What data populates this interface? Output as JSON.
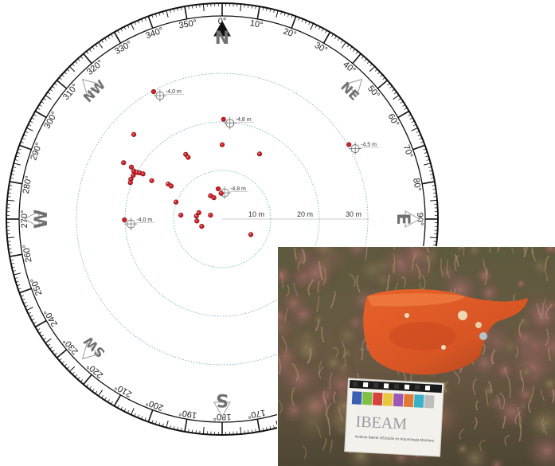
{
  "compass": {
    "cardinals": [
      {
        "key": "north",
        "label": "N",
        "deg": 0
      },
      {
        "key": "northeast",
        "label": "NE",
        "deg": 45
      },
      {
        "key": "east",
        "label": "E",
        "deg": 90
      },
      {
        "key": "southwest",
        "label": "SW",
        "deg": 225
      },
      {
        "key": "south",
        "label": "S",
        "deg": 180
      },
      {
        "key": "west",
        "label": "W",
        "deg": 270
      },
      {
        "key": "northwest",
        "label": "NW",
        "deg": 315
      }
    ],
    "degree_labels": [
      "0°",
      "10°",
      "20°",
      "30°",
      "40°",
      "50°",
      "60°",
      "70°",
      "80°",
      "90°",
      "170°",
      "180°",
      "190°",
      "200°",
      "210°",
      "220°",
      "230°",
      "240°",
      "250°",
      "260°",
      "270°",
      "280°",
      "290°",
      "300°",
      "310°",
      "320°",
      "330°",
      "340°",
      "350°"
    ],
    "degree_values": [
      0,
      10,
      20,
      30,
      40,
      50,
      60,
      70,
      80,
      90,
      170,
      180,
      190,
      200,
      210,
      220,
      230,
      240,
      250,
      260,
      270,
      280,
      290,
      300,
      310,
      320,
      330,
      340,
      350
    ]
  },
  "scale": {
    "rings_m": [
      10,
      20,
      30
    ],
    "labels": [
      "10 m",
      "20 m",
      "30 m"
    ]
  },
  "depth_markers": [
    {
      "label": "-4,0 m",
      "dx": -12.8,
      "dy": 25.4
    },
    {
      "label": "-4,8 m",
      "dx": 1.6,
      "dy": 19.7
    },
    {
      "label": "-4,5 m",
      "dx": 27.4,
      "dy": 14.5
    },
    {
      "label": "-4,8 m",
      "dx": 0.5,
      "dy": 5.4
    },
    {
      "label": "-4,0 m",
      "dx": -18.8,
      "dy": -1.0
    }
  ],
  "finds": [
    {
      "dx": -18.2,
      "dy": 17.4
    },
    {
      "dx": -7.5,
      "dy": 13.3
    },
    {
      "dx": -7.0,
      "dy": 12.7
    },
    {
      "dx": 0.0,
      "dy": 15.3
    },
    {
      "dx": 7.7,
      "dy": 13.4
    },
    {
      "dx": -20.3,
      "dy": 11.6
    },
    {
      "dx": -18.7,
      "dy": 10.7
    },
    {
      "dx": -18.2,
      "dy": 9.9
    },
    {
      "dx": -17.5,
      "dy": 9.6
    },
    {
      "dx": -17.0,
      "dy": 9.5
    },
    {
      "dx": -16.3,
      "dy": 9.3
    },
    {
      "dx": -18.3,
      "dy": 9.0
    },
    {
      "dx": -18.8,
      "dy": 8.2
    },
    {
      "dx": -18.9,
      "dy": 7.5
    },
    {
      "dx": -14.5,
      "dy": 7.9
    },
    {
      "dx": -11.1,
      "dy": 7.2
    },
    {
      "dx": -10.5,
      "dy": 6.8
    },
    {
      "dx": -9.5,
      "dy": 3.5
    },
    {
      "dx": -8.5,
      "dy": 0.8
    },
    {
      "dx": -4.8,
      "dy": 1.3
    },
    {
      "dx": -5.3,
      "dy": 0.6
    },
    {
      "dx": -5.2,
      "dy": -0.4
    },
    {
      "dx": -2.4,
      "dy": 0.8
    },
    {
      "dx": -1.7,
      "dy": 4.4
    },
    {
      "dx": -2.4,
      "dy": 4.8
    },
    {
      "dx": -0.2,
      "dy": 5.3
    },
    {
      "dx": 5.9,
      "dy": -3.2
    },
    {
      "dx": -4.2,
      "dy": -1.5
    }
  ],
  "photo": {
    "scale_bar_text": "IBEAM",
    "scale_bar_subtext": "Instituto Balear d'Estudis en Arqueologia Marítima",
    "swatches": [
      "#3a5fb5",
      "#7fbf46",
      "#d8423c",
      "#e6c83a",
      "#9b56b8",
      "#e07a35",
      "#3ab0c9",
      "#bdbdbd"
    ]
  },
  "colors": {
    "find": "#d0202a",
    "ring": "#6fa6b6",
    "ring_inner": "#5cbfa0",
    "card": "#707070"
  }
}
